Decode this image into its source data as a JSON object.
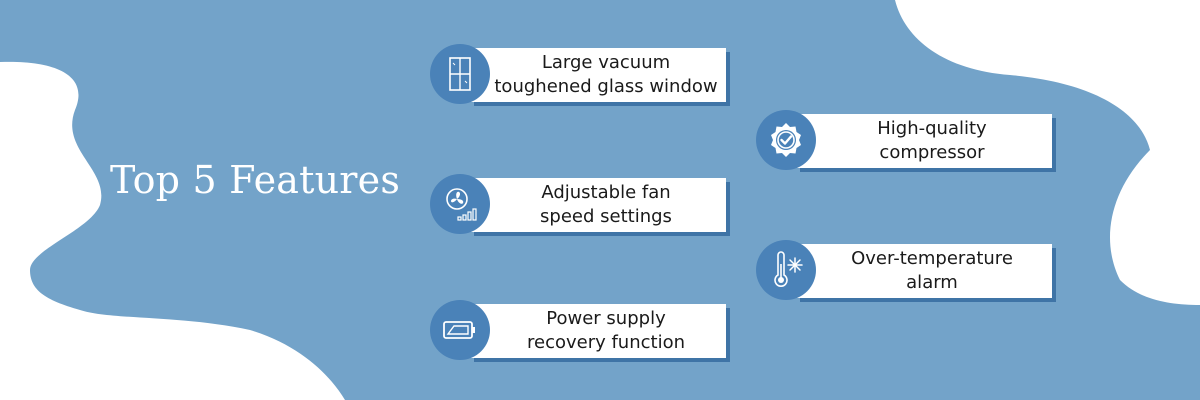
{
  "title": "Top 5 Features",
  "colors": {
    "background_blue": "#73a3c9",
    "badge_blue": "#4a82b8",
    "card_shadow": "#3f74a6",
    "card_white": "#ffffff"
  },
  "features": [
    {
      "label": "Large vacuum\ntoughened glass window",
      "icon": "window-icon"
    },
    {
      "label": "High-quality\ncompressor",
      "icon": "badge-check-icon"
    },
    {
      "label": "Adjustable fan\nspeed settings",
      "icon": "fan-speed-icon"
    },
    {
      "label": "Over-temperature\nalarm",
      "icon": "thermometer-snowflake-icon"
    },
    {
      "label": "Power supply\nrecovery function",
      "icon": "battery-icon"
    }
  ]
}
